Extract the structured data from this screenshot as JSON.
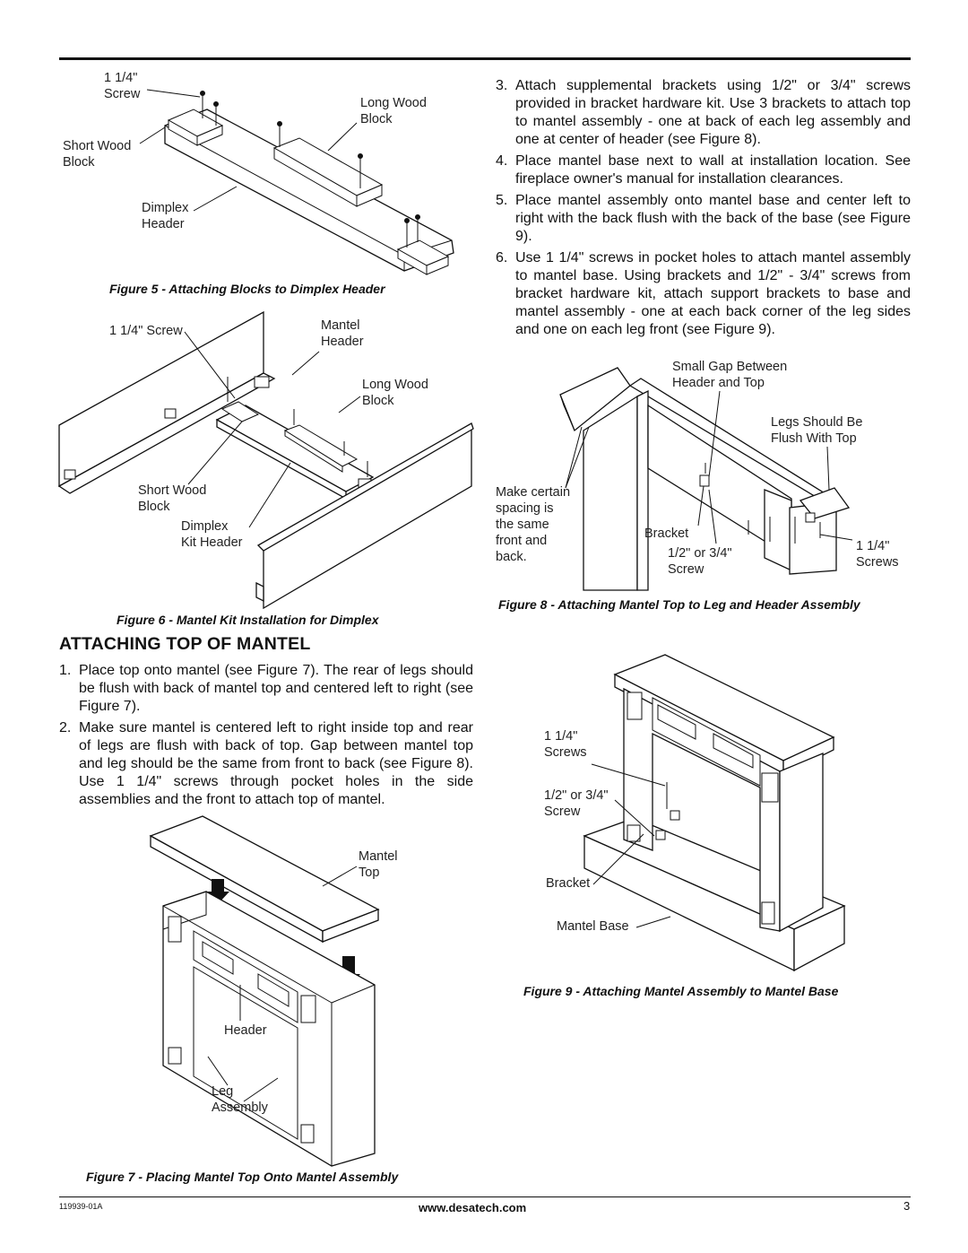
{
  "fig5": {
    "label_screw": "1 1/4\"\nScrew",
    "label_short_block": "Short Wood\nBlock",
    "label_long_block": "Long Wood\nBlock",
    "label_header": "Dimplex\nHeader",
    "caption": "Figure 5 - Attaching Blocks to Dimplex Header"
  },
  "fig6": {
    "label_screw": "1 1/4\" Screw",
    "label_mantel_header": "Mantel\nHeader",
    "label_long_block": "Long Wood\nBlock",
    "label_short_block": "Short Wood\nBlock",
    "label_kit_header": "Dimplex\nKit Header",
    "caption": "Figure 6 - Mantel Kit Installation for Dimplex"
  },
  "section": {
    "heading": "ATTACHING TOP OF MANTEL",
    "steps_left": [
      {
        "num": "1.",
        "text": "Place top onto mantel (see Figure 7). The rear of legs should be flush with back of mantel top and centered left to right (see Figure 7)."
      },
      {
        "num": "2.",
        "text": "Make sure mantel is centered left to right inside top and rear of legs are flush with back of top. Gap between mantel top and leg should be the same from front to back (see Figure 8). Use 1 1/4\" screws through pocket holes in the side assemblies and the front to attach top of mantel."
      }
    ],
    "steps_right": [
      {
        "num": "3.",
        "text": "Attach supplemental brackets using 1/2\" or 3/4\" screws provided in bracket hardware kit. Use 3 brackets to attach top to mantel assembly - one at back of each leg assembly and one at center of header (see Figure 8)."
      },
      {
        "num": "4.",
        "text": "Place mantel base next to wall at installation location. See fireplace owner's manual for installation clearances."
      },
      {
        "num": "5.",
        "text": "Place mantel assembly onto mantel base and center left to right with the back flush with the back of the base (see Figure 9)."
      },
      {
        "num": "6.",
        "text": "Use 1 1/4\" screws in pocket holes to attach mantel assembly to mantel base. Using brackets and 1/2\" - 3/4\" screws from bracket hardware kit, attach support brackets to base and mantel assembly - one at each back corner of the leg sides and one on each leg front (see Figure 9)."
      }
    ]
  },
  "fig7": {
    "label_mantel_top": "Mantel\nTop",
    "label_header": "Header",
    "label_leg": "Leg\nAssembly",
    "caption": "Figure 7 - Placing Mantel Top Onto Mantel Assembly"
  },
  "fig8": {
    "label_gap": "Small Gap Between\nHeader and Top",
    "label_flush": "Legs Should Be\nFlush With Top",
    "label_spacing": "Make certain\nspacing is\nthe same\nfront and\nback.",
    "label_bracket": "Bracket",
    "label_small_screw": "1/2\" or 3/4\"\nScrew",
    "label_screws": "1 1/4\"\nScrews",
    "caption": "Figure 8 - Attaching Mantel Top to Leg and Header Assembly"
  },
  "fig9": {
    "label_screws": "1 1/4\"\nScrews",
    "label_small_screw": "1/2\" or 3/4\"\nScrew",
    "label_bracket": "Bracket",
    "label_base": "Mantel Base",
    "caption": "Figure 9 - Attaching Mantel Assembly to Mantel Base"
  },
  "footer": {
    "code": "119939-01A",
    "url": "www.desatech.com",
    "page": "3"
  }
}
